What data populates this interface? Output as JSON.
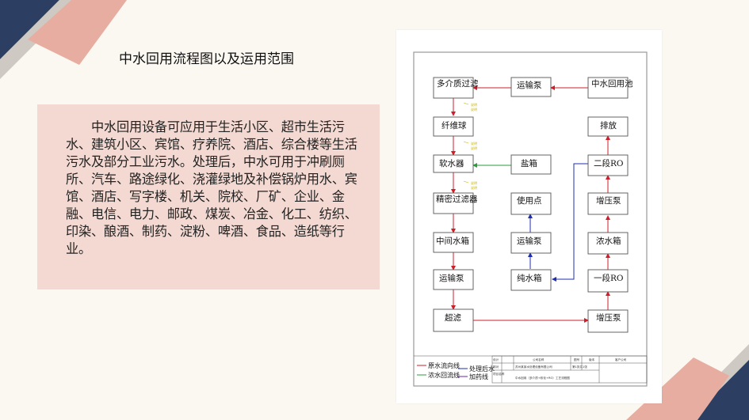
{
  "slide": {
    "title": "中水回用流程图以及运用范围",
    "description": "中水回用设备可应用于生活小区、超市生活污水、建筑小区、宾馆、疗养院、酒店、综合楼等生活污水及部分工业污水。处理后，中水可用于冲刷厕所、汽车、路途绿化、浇灌绿地及补偿锅炉用水、宾馆、酒店、写字楼、机关、院校、厂矿、企业、金融、电信、电力、邮政、煤炭、冶金、化工、纺织、印染、酿酒、制药、淀粉、啤酒、食品、造纸等行业。"
  },
  "diagram": {
    "nodes": {
      "multi_filter": "多介质过滤",
      "transfer_pump_top": "运输泵",
      "reuse_pool": "中水回用池",
      "fiber_ball": "纤维球",
      "discharge": "排放",
      "softener": "软水器",
      "salt_tank": "盐箱",
      "ro_stage2": "二段RO",
      "precision_filter": "精密过滤器",
      "use_point": "使用点",
      "booster_pump_upper": "增压泵",
      "middle_tank": "中间水箱",
      "transfer_pump_mid": "运输泵",
      "concentrate_tank": "浓水箱",
      "transfer_pump_low": "运输泵",
      "pure_tank": "纯水箱",
      "ro_stage1": "一段RO",
      "ultrafilter": "超滤",
      "booster_pump_lower": "增压泵"
    },
    "legend": {
      "raw_water": "原水流向线",
      "treated_water": "处理后水",
      "concentrate_return": "浓水回流线",
      "dosing": "加药线"
    },
    "colors": {
      "raw_water": "#cc1f2a",
      "treated_water": "#1f2fb0",
      "concentrate_return": "#2a9d3a",
      "dosing": "#6a2aa0",
      "note": "#c8b400"
    },
    "title_block": {
      "designer_label": "设计",
      "checker_label": "核对",
      "project_label": "项目名称",
      "company_label": "公司名称",
      "drawing_no_label": "图号",
      "version_label": "版本",
      "client_label": "客户公司",
      "company_name": "苏州某某水处理设备有限公司",
      "sheet": "第1张共1张",
      "drawing_title": "中水回用（多介质+软化+RO）工艺流程图"
    }
  }
}
